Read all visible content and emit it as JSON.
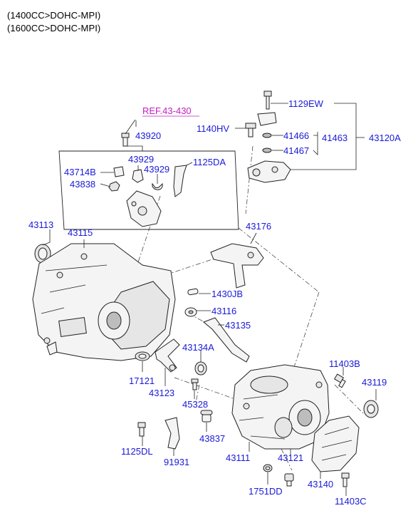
{
  "engine_lines": [
    "(1400CC>DOHC-MPI)",
    "(1600CC>DOHC-MPI)"
  ],
  "reference": "REF.43-430",
  "part_labels": {
    "p1129EW": "1129EW",
    "p1140HV": "1140HV",
    "p41466": "41466",
    "p41467": "41467",
    "p41463": "41463",
    "p43120A": "43120A",
    "p43920": "43920",
    "p43929a": "43929",
    "p43929b": "43929",
    "p1125DA": "1125DA",
    "p43714B": "43714B",
    "p43838": "43838",
    "p43113": "43113",
    "p43115": "43115",
    "p43176": "43176",
    "p1430JB": "1430JB",
    "p43116": "43116",
    "p43135": "43135",
    "p43134A": "43134A",
    "p17121": "17121",
    "p43123": "43123",
    "p45328": "45328",
    "p11403B": "11403B",
    "p43119": "43119",
    "p1125DL": "1125DL",
    "p91931": "91931",
    "p43837": "43837",
    "p43111": "43111",
    "p43121": "43121",
    "p1751DD": "1751DD",
    "p43140": "43140",
    "p11403C": "11403C"
  }
}
